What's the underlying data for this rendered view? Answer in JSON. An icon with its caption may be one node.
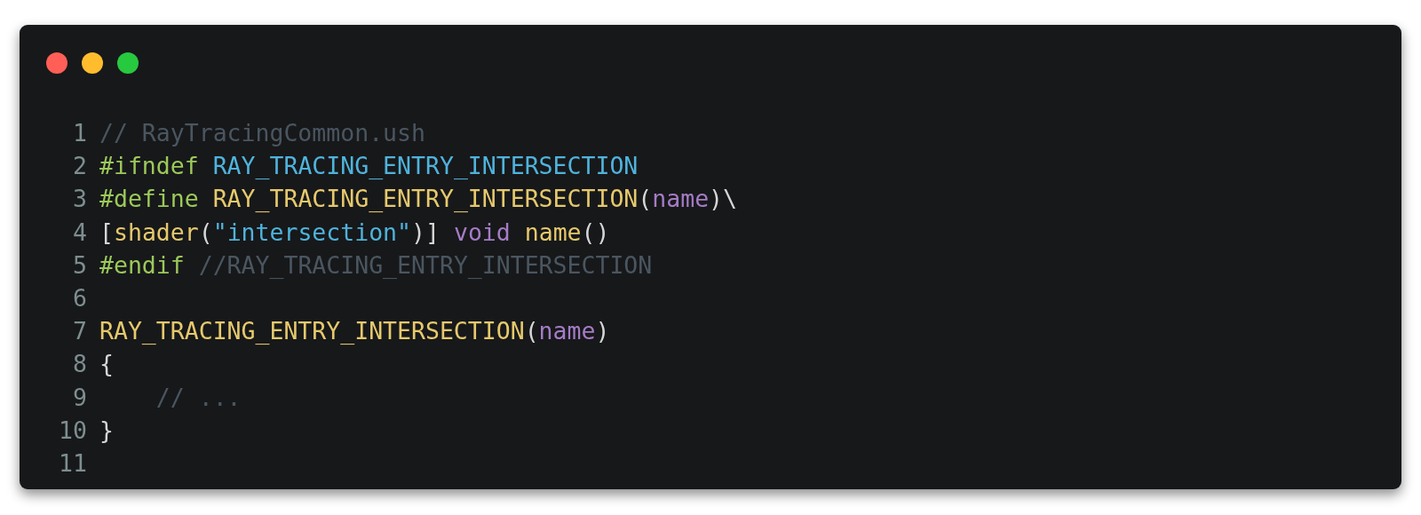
{
  "diagram": {
    "labels": [
      "1",
      "// RayTracingCommon.ush",
      "2",
      "#ifndef RAY_TRACING_ENTRY_INTERSECTION",
      "3",
      "#define RAY_TRACING_ENTRY_INTERSECTION(name)\\",
      "4",
      "[shader(\"intersection\")] void name()",
      "5",
      "#endif //RAY_TRACING_ENTRY_INTERSECTION",
      "6",
      "7",
      "RAY_TRACING_ENTRY_INTERSECTION(name)",
      "8",
      "{",
      "9",
      "    // ...",
      "10",
      "}",
      "11"
    ]
  }
}
